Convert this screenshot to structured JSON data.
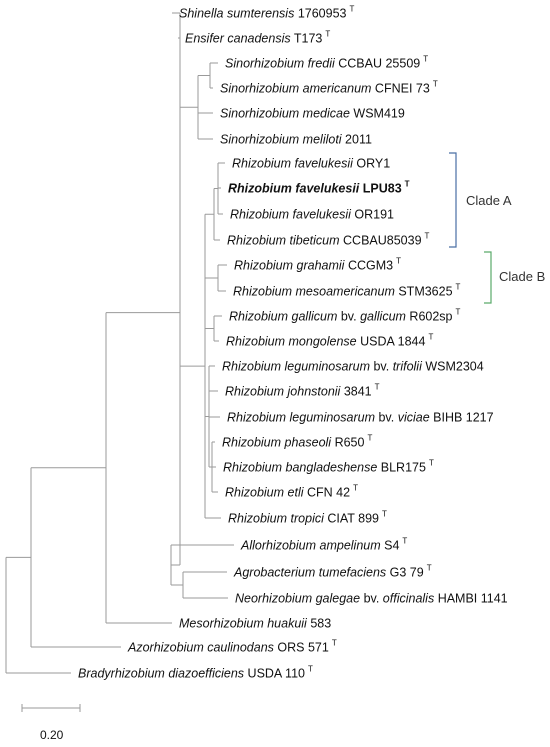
{
  "taxa": [
    {
      "italic": "Shinella sumterensis",
      "strain": "1760953",
      "sup": "T",
      "bold": false
    },
    {
      "italic": "Ensifer canadensis",
      "strain": "T173",
      "sup": "T",
      "bold": false
    },
    {
      "italic": "Sinorhizobium fredii",
      "strain": "CCBAU 25509",
      "sup": "T",
      "bold": false
    },
    {
      "italic": "Sinorhizobium americanum",
      "strain": "CFNEI 73",
      "sup": "T",
      "bold": false
    },
    {
      "italic": "Sinorhizobium medicae",
      "strain": "WSM419",
      "sup": "",
      "bold": false
    },
    {
      "italic": "Sinorhizobium meliloti",
      "strain": "2011",
      "sup": "",
      "bold": false
    },
    {
      "italic": "Rhizobium favelukesii",
      "strain": "ORY1",
      "sup": "",
      "bold": false
    },
    {
      "italic": "Rhizobium favelukesii",
      "strain": "LPU83",
      "sup": "T",
      "bold": true
    },
    {
      "italic": "Rhizobium favelukesii",
      "strain": "OR191",
      "sup": "",
      "bold": false
    },
    {
      "italic": "Rhizobium tibeticum",
      "strain": "CCBAU85039",
      "sup": "T",
      "bold": false
    },
    {
      "italic": "Rhizobium grahamii",
      "strain": "CCGM3",
      "sup": "T",
      "bold": false
    },
    {
      "italic": "Rhizobium mesoamericanum",
      "strain": "STM3625",
      "sup": "T",
      "bold": false
    },
    {
      "italic": "Rhizobium gallicum",
      "mid": "bv.",
      "italic2": "gallicum",
      "strain": "R602sp",
      "sup": "T",
      "bold": false
    },
    {
      "italic": "Rhizobium mongolense",
      "strain": "USDA 1844",
      "sup": "T",
      "bold": false
    },
    {
      "italic": "Rhizobium leguminosarum",
      "mid": "bv.",
      "italic2": "trifolii",
      "strain": "WSM2304",
      "sup": "",
      "bold": false
    },
    {
      "italic": "Rhizobium johnstonii",
      "strain": "3841",
      "sup": "T",
      "bold": false
    },
    {
      "italic": "Rhizobium leguminosarum",
      "mid": "bv.",
      "italic2": "viciae",
      "strain": "BIHB 1217",
      "sup": "",
      "bold": false
    },
    {
      "italic": "Rhizobium phaseoli",
      "strain": "R650",
      "sup": "T",
      "bold": false
    },
    {
      "italic": "Rhizobium bangladeshense",
      "strain": "BLR175",
      "sup": "T",
      "bold": false
    },
    {
      "italic": "Rhizobium etli",
      "strain": "CFN 42",
      "sup": "T",
      "bold": false
    },
    {
      "italic": "Rhizobium tropici",
      "strain": "CIAT 899",
      "sup": "T",
      "bold": false
    },
    {
      "italic": "Allorhizobium ampelinum",
      "strain": "S4",
      "sup": "T",
      "bold": false
    },
    {
      "italic": "Agrobacterium tumefaciens",
      "strain": "G3 79",
      "sup": "T",
      "bold": false
    },
    {
      "italic": "Neorhizobium galegae",
      "mid": "bv.",
      "italic2": "officinalis",
      "strain": "HAMBI 1141",
      "sup": "",
      "bold": false
    },
    {
      "italic": "Mesorhizobium huakuii",
      "strain": "583",
      "sup": "",
      "bold": false
    },
    {
      "italic": "Azorhizobium caulinodans",
      "strain": "ORS 571",
      "sup": "T",
      "bold": false
    },
    {
      "italic": "Bradyrhizobium diazoefficiens",
      "strain": "USDA 110",
      "sup": "T",
      "bold": false
    }
  ],
  "clades": [
    {
      "label": "Clade A",
      "color": "#4a6fa5"
    },
    {
      "label": "Clade B",
      "color": "#5aaa6a"
    }
  ],
  "scale_bar": {
    "label": "0.20"
  },
  "colors": {
    "branch": "#9a9a9a",
    "text": "#111111"
  }
}
